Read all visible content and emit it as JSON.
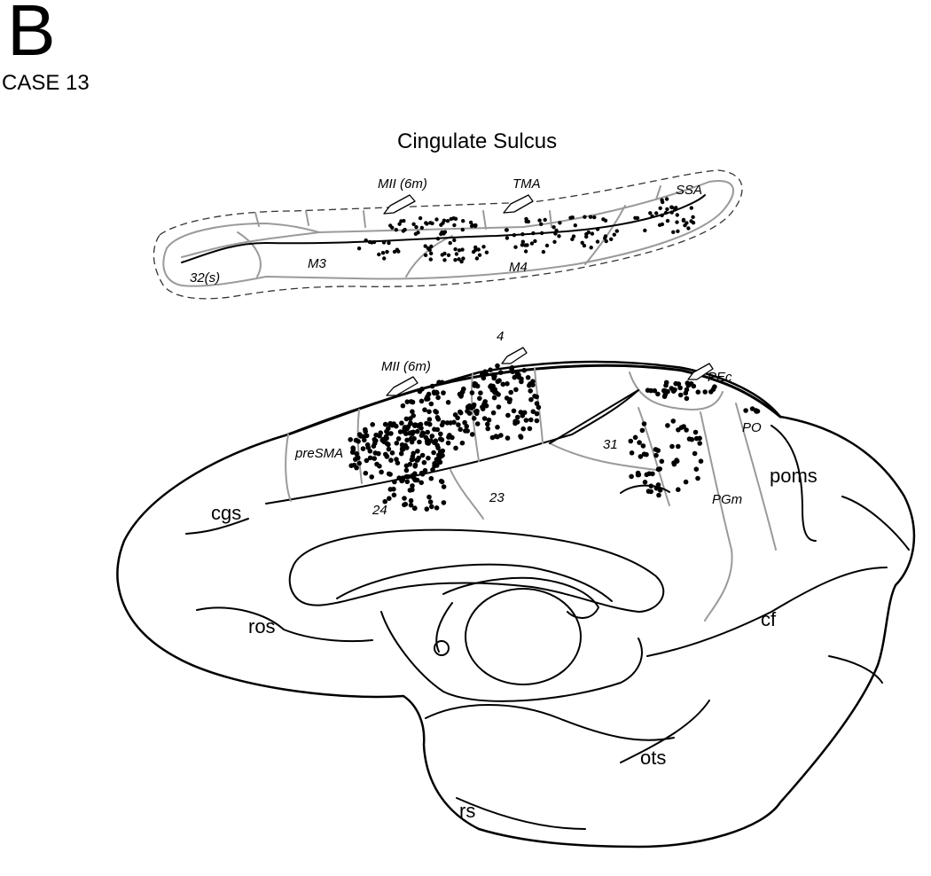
{
  "panel_letter": "B",
  "case_label": "CASE 13",
  "title": "Cingulate Sulcus",
  "flatmap_labels": [
    "MII (6m)",
    "TMA",
    "SSA",
    "M3",
    "M4",
    "32(s)"
  ],
  "brain_area_labels": [
    "4",
    "MII (6m)",
    "PEc",
    "preSMA",
    "31",
    "PO",
    "PGm",
    "24",
    "23"
  ],
  "sulcus_labels": [
    "cgs",
    "poms",
    "ros",
    "cf",
    "ots",
    "rs"
  ]
}
